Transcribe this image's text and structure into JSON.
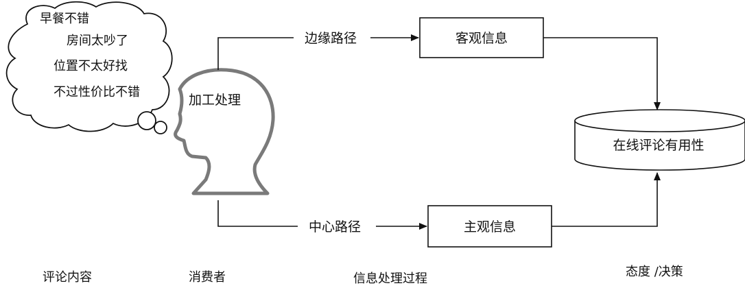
{
  "thought_bubble": {
    "lines": [
      "早餐不错",
      "房间太吵了",
      "位置不太好找",
      "不过性价比不错"
    ]
  },
  "head": {
    "label": "加工处理"
  },
  "routes": {
    "peripheral": "边缘路径",
    "central": "中心路径"
  },
  "boxes": {
    "objective": "客观信息",
    "subjective": "主观信息"
  },
  "outcome": {
    "label": "在线评论有用性"
  },
  "bottom_labels": {
    "review_content": "评论内容",
    "consumer": "消费者",
    "info_process": "信息处理过程",
    "attitude": "态度 /决策"
  }
}
